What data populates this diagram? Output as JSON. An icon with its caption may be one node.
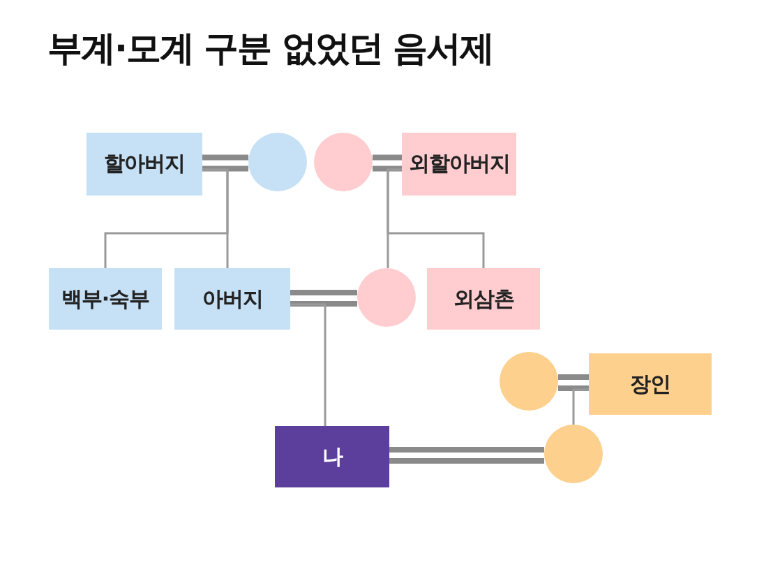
{
  "diagram": {
    "title": "부계·모계 구분 없었던 음서제",
    "nodes": [
      {
        "text": [
          "할아버지"
        ]
      },
      {
        "text": [],
        "shape": "circle"
      },
      {
        "text": [],
        "shape": "circle"
      },
      {
        "text": [
          "외할아버지"
        ]
      },
      {
        "text": [
          "백부·숙부"
        ]
      },
      {
        "text": [
          "아버지"
        ]
      },
      {
        "text": [],
        "shape": "circle"
      },
      {
        "text": [
          "외삼촌"
        ]
      },
      {
        "text": [],
        "shape": "circle"
      },
      {
        "text": [
          "장인"
        ]
      },
      {
        "text": [
          "나"
        ]
      },
      {
        "text": [],
        "shape": "circle"
      }
    ],
    "edges": [
      {
        "from": 0,
        "to": 1,
        "arrow": "none",
        "style": "thick"
      },
      {
        "from": 2,
        "to": 3,
        "arrow": "none",
        "style": "thick"
      },
      {
        "from": 0,
        "to": 4,
        "arrow": "none"
      },
      {
        "from": 0,
        "to": 5,
        "arrow": "none"
      },
      {
        "from": 3,
        "to": 6,
        "arrow": "none"
      },
      {
        "from": 3,
        "to": 7,
        "arrow": "none"
      },
      {
        "from": 5,
        "to": 6,
        "arrow": "none",
        "style": "thick"
      },
      {
        "from": 5,
        "to": 10,
        "arrow": "none"
      },
      {
        "from": 8,
        "to": 9,
        "arrow": "none",
        "style": "thick"
      },
      {
        "from": 9,
        "to": 11,
        "arrow": "none"
      },
      {
        "from": 10,
        "to": 11,
        "arrow": "none",
        "style": "thick"
      }
    ]
  }
}
